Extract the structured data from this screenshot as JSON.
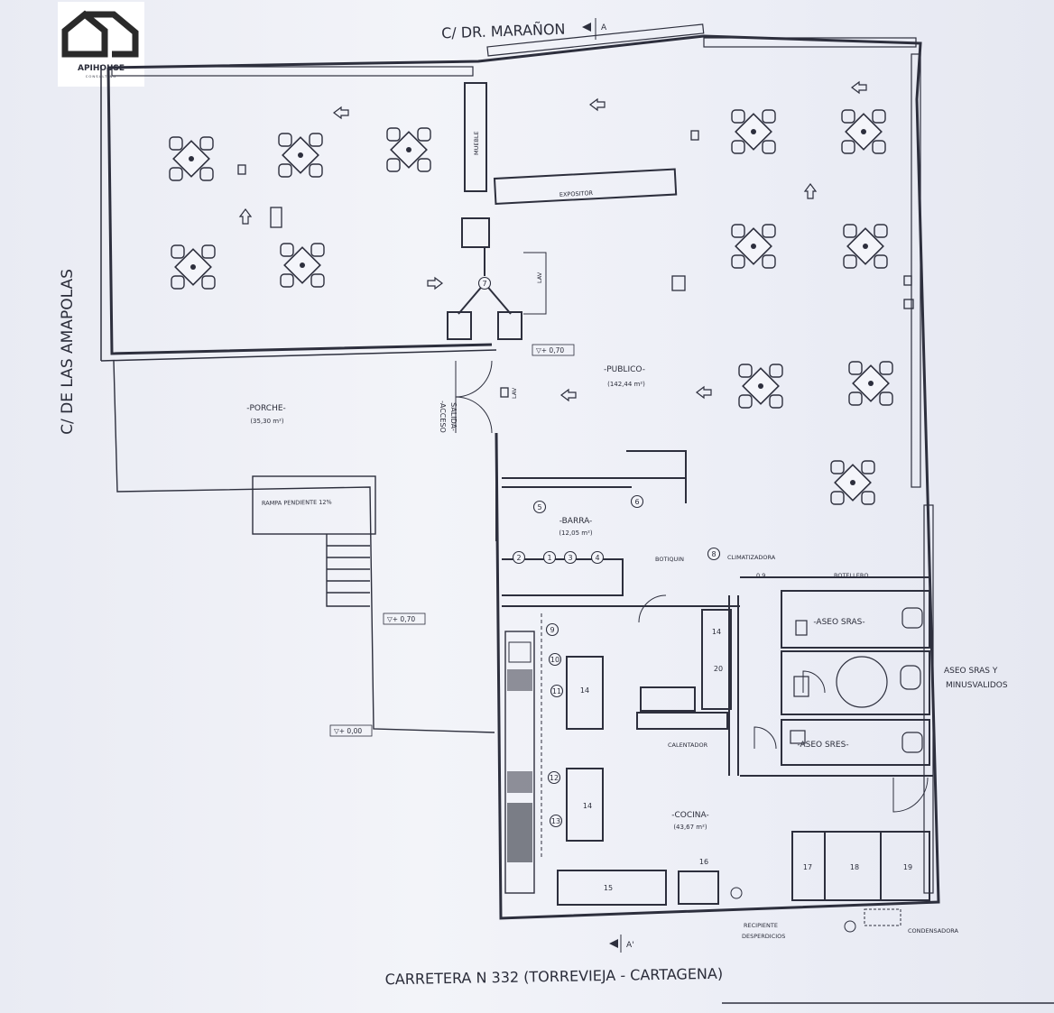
{
  "logo": {
    "brand": "APIHOUSE",
    "tagline": "CONSULTING"
  },
  "streets": {
    "north": "C/ DR. MARAÑON",
    "west": "C/ DE LAS AMAPOLAS",
    "south": "CARRETERA N 332 (TORREVIEJA - CARTAGENA)"
  },
  "section_marks": {
    "top": "A",
    "bottom": "A'"
  },
  "rooms": {
    "publico": {
      "name": "-PUBLICO-",
      "area": "(142,44 m²)"
    },
    "porche": {
      "name": "-PORCHE-",
      "area": "(35,30 m²)"
    },
    "barra": {
      "name": "-BARRA-",
      "area": "(12,05 m²)"
    },
    "cocina": {
      "name": "-COCINA-",
      "area": "(43,67 m²)"
    },
    "aseo_sras": {
      "name": "-ASEO SRAS-"
    },
    "aseo_sres": {
      "name": "-ASEO SRES-"
    },
    "aseo_sras_minusvalidos": {
      "line1": "ASEO SRAS Y",
      "line2": "MINUSVALIDOS"
    }
  },
  "labels": {
    "mueble": "MUEBLE",
    "expositor": "EXPOSITOR",
    "acceso_salida_1": "-ACCESO",
    "acceso_salida_2": "SALIDA-",
    "rampa": "RAMPA PENDIENTE 12%",
    "botiquin": "BOTIQUIN",
    "climatizadora": "CLIMATIZADORA",
    "botellero": "BOTELLERO",
    "calentador": "CALENTADOR",
    "recipiente_1": "RECIPIENTE",
    "recipiente_2": "DESPERDICIOS",
    "condensadora": "CONDENSADORA",
    "lav": "LAV",
    "dim_09": "0,9"
  },
  "levels": {
    "level_porch_entry": "▽+ 0,70",
    "level_ramp": "▽+ 0,70",
    "level_ground": "▽+ 0,00"
  },
  "equipment_numbers": [
    "1",
    "2",
    "3",
    "4",
    "5",
    "6",
    "7",
    "8",
    "9",
    "10",
    "11",
    "12",
    "13",
    "14",
    "15",
    "16",
    "17",
    "18",
    "19",
    "20"
  ]
}
